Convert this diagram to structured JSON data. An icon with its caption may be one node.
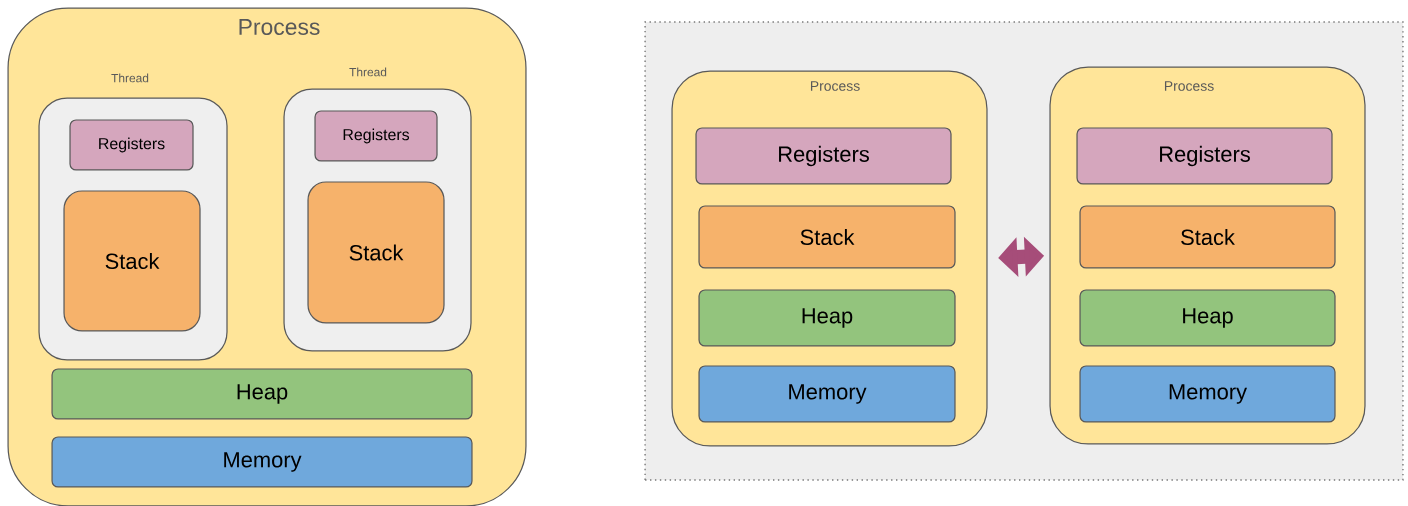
{
  "diagram": {
    "nodes": [
      {
        "text": [
          "Process"
        ]
      },
      {
        "text": [
          "Thread"
        ],
        "in": 0
      },
      {
        "text": [
          "Registers"
        ],
        "in": 1
      },
      {
        "text": [
          "Stack"
        ],
        "in": 1
      },
      {
        "text": [
          "Thread"
        ],
        "in": 0
      },
      {
        "text": [
          "Registers"
        ],
        "in": 4
      },
      {
        "text": [
          "Stack"
        ],
        "in": 4
      },
      {
        "text": [
          "Heap"
        ],
        "in": 0
      },
      {
        "text": [
          "Memory"
        ],
        "in": 0
      },
      {
        "text": [],
        "shape": "box"
      },
      {
        "text": [
          "Process"
        ],
        "in": 9
      },
      {
        "text": [
          "Registers"
        ],
        "in": 10
      },
      {
        "text": [
          "Stack"
        ],
        "in": 10
      },
      {
        "text": [
          "Heap"
        ],
        "in": 10
      },
      {
        "text": [
          "Memory"
        ],
        "in": 10
      },
      {
        "text": [
          "Process"
        ],
        "in": 9
      },
      {
        "text": [
          "Registers"
        ],
        "in": 15
      },
      {
        "text": [
          "Stack"
        ],
        "in": 15
      },
      {
        "text": [
          "Heap"
        ],
        "in": 15
      },
      {
        "text": [
          "Memory"
        ],
        "in": 15
      }
    ],
    "edges": [
      {
        "from": 10,
        "to": 15,
        "arrow": "both"
      }
    ]
  }
}
